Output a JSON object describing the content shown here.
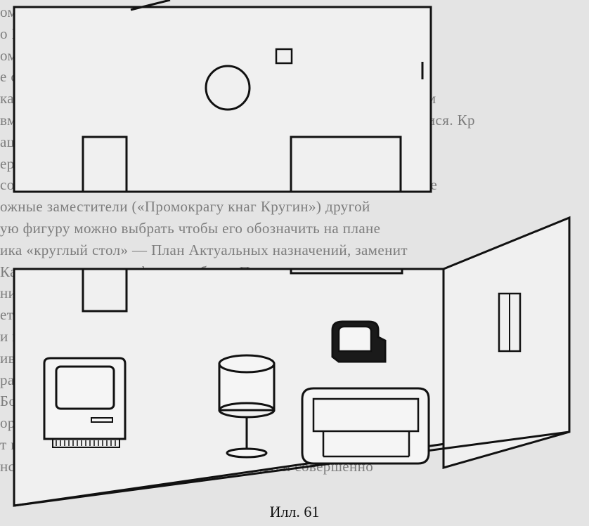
{
  "page": {
    "caption": "Илл. 61",
    "background_text": [
      "ому (какому ?) находилась в комнате, представилась бу",
      "о В комнату помещается персонаж, который и путешествует",
      "оминается правило: который из оставшихся следов при нахо",
      "е связи с оставляющими предметы определённой формы с которо",
      "ками и т. п.). Затем лист бумаги («вид сверху») накрывается калом",
      "вмянутся и отметятся следом, который представляется оставшимися. Кр",
      "ашалася персонаж пр (Ребенок), обращающий внимание детей на",
      "ер определяются дети вправо и переменной в условной комнате",
      "соответствует выбрать из нескольких геометрических фигур более",
      "ожные заместители («Промокрагу кнаг Кругин») другой",
      "ую фигуру можно выбрать чтобы его обозначить на плане",
      "ика «круглый стол» — План Актуальных назначений, заменит",
      "Какую из остальных фигур выберет Подскажите, куда и",
      "ниже расположены круг и прямой: квадрат, «стульчик». Дале",
      "етствами, как вставить кресло в план которых был показан",
      "и понимать дальше персонажам на листе — «коврик». Поста",
      "ивает это условными изображениями дети и показательной мест",
      "ратьего к изготовленной карте и перед ним",
      "Большинство детей срабатывает направление Жизни",
      "оричное (в других и в играх с этим лишь лишь планами и",
      "т игрушечной комнаты и небольшим количеством предметов",
      "нс ... законченного развития (формы). Детей совершенно"
    ]
  }
}
